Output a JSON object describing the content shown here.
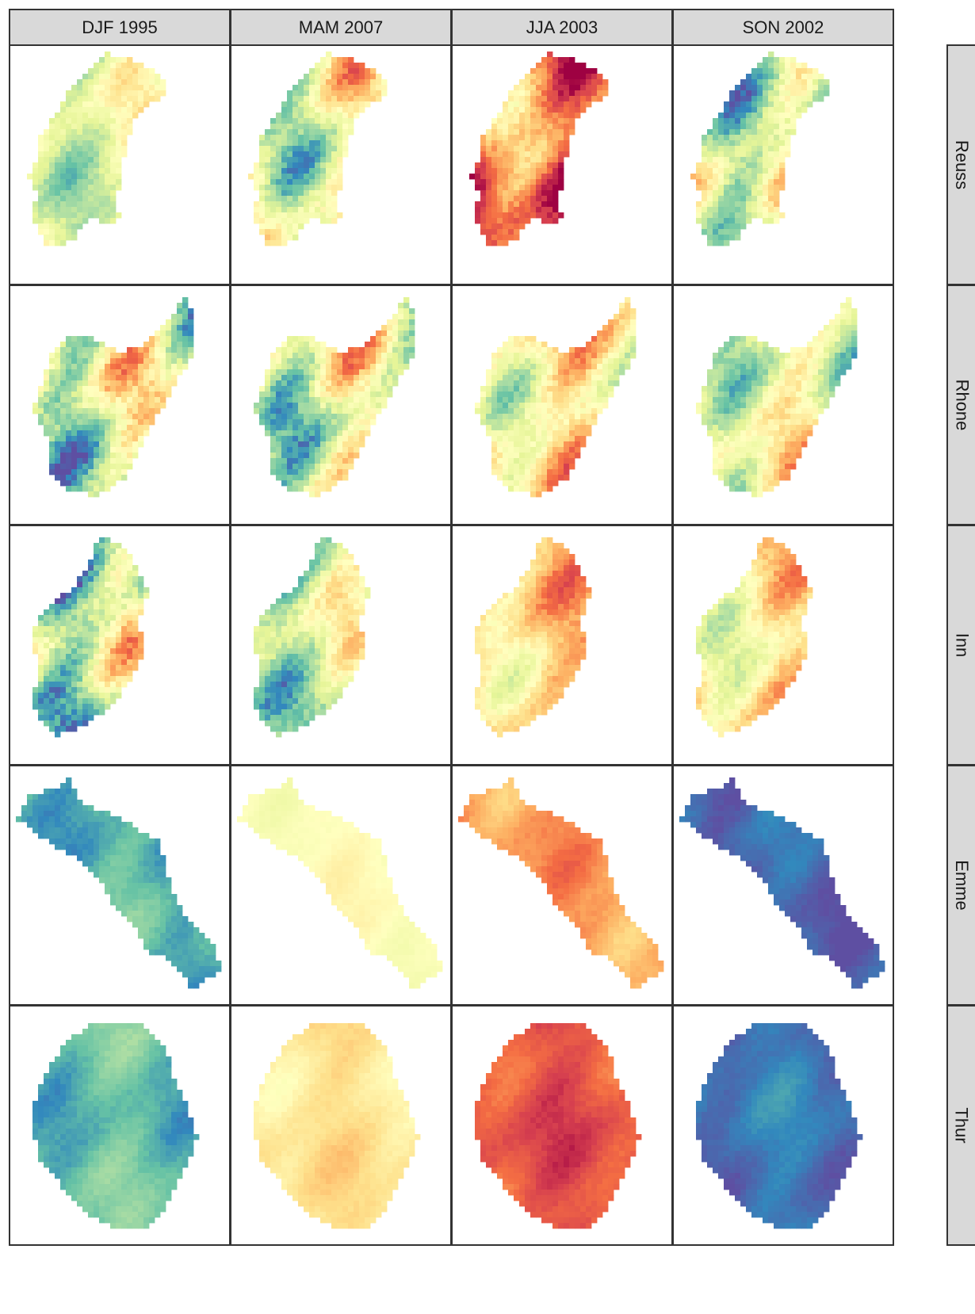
{
  "chart_data": {
    "type": "heatmap",
    "title": "",
    "xlabel": "",
    "ylabel": "",
    "columns": [
      "DJF 1995",
      "MAM 2007",
      "JJA 2003",
      "SON 2002"
    ],
    "rows": [
      "Reuss",
      "Rhone",
      "Inn",
      "Emme",
      "Thur"
    ],
    "colormap": [
      "#5e4fa2",
      "#3288bd",
      "#66c2a5",
      "#abdda4",
      "#e6f598",
      "#ffffbf",
      "#fee08b",
      "#fdae61",
      "#f46d43",
      "#d53e4f",
      "#9e0142"
    ],
    "legend": "none",
    "grid": false,
    "panels": [
      {
        "row": "Reuss",
        "col": "DJF 1995",
        "mean_level": 0.42,
        "spread": 0.22
      },
      {
        "row": "Reuss",
        "col": "MAM 2007",
        "mean_level": 0.45,
        "spread": 0.35
      },
      {
        "row": "Reuss",
        "col": "JJA 2003",
        "mean_level": 0.8,
        "spread": 0.3
      },
      {
        "row": "Reuss",
        "col": "SON 2002",
        "mean_level": 0.4,
        "spread": 0.35
      },
      {
        "row": "Rhone",
        "col": "DJF 1995",
        "mean_level": 0.4,
        "spread": 0.4
      },
      {
        "row": "Rhone",
        "col": "MAM 2007",
        "mean_level": 0.42,
        "spread": 0.38
      },
      {
        "row": "Rhone",
        "col": "JJA 2003",
        "mean_level": 0.55,
        "spread": 0.3
      },
      {
        "row": "Rhone",
        "col": "SON 2002",
        "mean_level": 0.45,
        "spread": 0.3
      },
      {
        "row": "Inn",
        "col": "DJF 1995",
        "mean_level": 0.35,
        "spread": 0.4
      },
      {
        "row": "Inn",
        "col": "MAM 2007",
        "mean_level": 0.38,
        "spread": 0.3
      },
      {
        "row": "Inn",
        "col": "JJA 2003",
        "mean_level": 0.62,
        "spread": 0.22
      },
      {
        "row": "Inn",
        "col": "SON 2002",
        "mean_level": 0.55,
        "spread": 0.25
      },
      {
        "row": "Emme",
        "col": "DJF 1995",
        "mean_level": 0.18,
        "spread": 0.1
      },
      {
        "row": "Emme",
        "col": "MAM 2007",
        "mean_level": 0.5,
        "spread": 0.05
      },
      {
        "row": "Emme",
        "col": "JJA 2003",
        "mean_level": 0.72,
        "spread": 0.1
      },
      {
        "row": "Emme",
        "col": "SON 2002",
        "mean_level": 0.04,
        "spread": 0.07
      },
      {
        "row": "Thur",
        "col": "DJF 1995",
        "mean_level": 0.2,
        "spread": 0.1
      },
      {
        "row": "Thur",
        "col": "MAM 2007",
        "mean_level": 0.58,
        "spread": 0.08
      },
      {
        "row": "Thur",
        "col": "JJA 2003",
        "mean_level": 0.85,
        "spread": 0.1
      },
      {
        "row": "Thur",
        "col": "SON 2002",
        "mean_level": 0.07,
        "spread": 0.07
      }
    ]
  }
}
